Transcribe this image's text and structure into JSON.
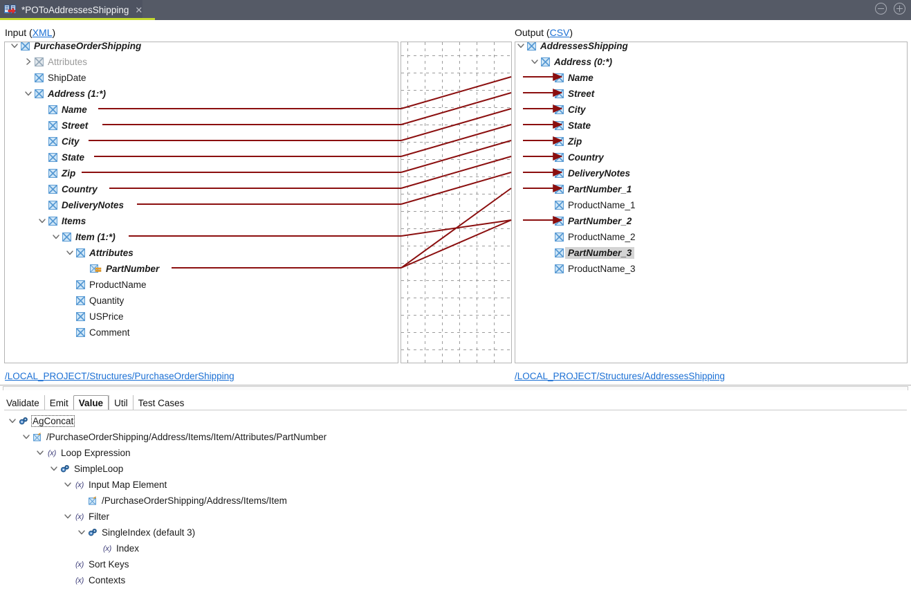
{
  "window": {
    "tab_title": "*POToAddressesShipping",
    "tab_icon": "map-transform-icon",
    "close_icon": "close-icon",
    "minimize_icon": "minimize-icon",
    "maximize_icon": "maximize-icon",
    "accent_color": "#c3d82e",
    "titlebar_color": "#555a66"
  },
  "input": {
    "header_label": "Input (",
    "header_link": "XML",
    "header_close": ")",
    "footer_link": "/LOCAL_PROJECT/Structures/PurchaseOrderShipping",
    "nodes": [
      {
        "label": "PurchaseOrderShipping",
        "indent": 0,
        "twisty": "down",
        "icon": "element-icon",
        "bold": true,
        "dim": false,
        "wire": false
      },
      {
        "label": "Attributes",
        "indent": 1,
        "twisty": "right",
        "icon": "element-icon",
        "bold": false,
        "dim": true,
        "wire": false
      },
      {
        "label": "ShipDate",
        "indent": 1,
        "twisty": "none",
        "icon": "element-icon",
        "bold": false,
        "dim": false,
        "wire": false
      },
      {
        "label": "Address (1:*)",
        "indent": 1,
        "twisty": "down",
        "icon": "element-icon",
        "bold": true,
        "dim": false,
        "wire": false
      },
      {
        "label": "Name",
        "indent": 2,
        "twisty": "none",
        "icon": "element-icon",
        "bold": true,
        "dim": false,
        "wire": true
      },
      {
        "label": "Street",
        "indent": 2,
        "twisty": "none",
        "icon": "element-icon",
        "bold": true,
        "dim": false,
        "wire": true
      },
      {
        "label": "City",
        "indent": 2,
        "twisty": "none",
        "icon": "element-icon",
        "bold": true,
        "dim": false,
        "wire": true
      },
      {
        "label": "State",
        "indent": 2,
        "twisty": "none",
        "icon": "element-icon",
        "bold": true,
        "dim": false,
        "wire": true
      },
      {
        "label": "Zip",
        "indent": 2,
        "twisty": "none",
        "icon": "element-icon",
        "bold": true,
        "dim": false,
        "wire": true
      },
      {
        "label": "Country",
        "indent": 2,
        "twisty": "none",
        "icon": "element-icon",
        "bold": true,
        "dim": false,
        "wire": true
      },
      {
        "label": "DeliveryNotes",
        "indent": 2,
        "twisty": "none",
        "icon": "element-icon",
        "bold": true,
        "dim": false,
        "wire": true
      },
      {
        "label": "Items",
        "indent": 2,
        "twisty": "down",
        "icon": "element-icon",
        "bold": true,
        "dim": false,
        "wire": false
      },
      {
        "label": "Item (1:*)",
        "indent": 3,
        "twisty": "down",
        "icon": "element-icon",
        "bold": true,
        "dim": false,
        "wire": true
      },
      {
        "label": "Attributes",
        "indent": 4,
        "twisty": "down",
        "icon": "element-icon",
        "bold": true,
        "dim": false,
        "wire": false
      },
      {
        "label": "PartNumber",
        "indent": 5,
        "twisty": "none",
        "icon": "attribute-icon",
        "bold": true,
        "dim": false,
        "wire": true
      },
      {
        "label": "ProductName",
        "indent": 4,
        "twisty": "none",
        "icon": "element-icon",
        "bold": false,
        "dim": false,
        "wire": false
      },
      {
        "label": "Quantity",
        "indent": 4,
        "twisty": "none",
        "icon": "element-icon",
        "bold": false,
        "dim": false,
        "wire": false
      },
      {
        "label": "USPrice",
        "indent": 4,
        "twisty": "none",
        "icon": "element-icon",
        "bold": false,
        "dim": false,
        "wire": false
      },
      {
        "label": "Comment",
        "indent": 4,
        "twisty": "none",
        "icon": "element-icon",
        "bold": false,
        "dim": false,
        "wire": false
      }
    ]
  },
  "output": {
    "header_label": "Output (",
    "header_link": "CSV",
    "header_close": ")",
    "footer_link": "/LOCAL_PROJECT/Structures/AddressesShipping",
    "nodes": [
      {
        "label": "AddressesShipping",
        "indent": 0,
        "twisty": "down",
        "icon": "element-icon",
        "bold": true,
        "selected": false,
        "arrow": false
      },
      {
        "label": "Address (0:*)",
        "indent": 1,
        "twisty": "down",
        "icon": "element-icon",
        "bold": true,
        "selected": false,
        "arrow": false
      },
      {
        "label": "Name",
        "indent": 2,
        "twisty": "none",
        "icon": "element-icon",
        "bold": true,
        "selected": false,
        "arrow": true
      },
      {
        "label": "Street",
        "indent": 2,
        "twisty": "none",
        "icon": "element-icon",
        "bold": true,
        "selected": false,
        "arrow": true
      },
      {
        "label": "City",
        "indent": 2,
        "twisty": "none",
        "icon": "element-icon",
        "bold": true,
        "selected": false,
        "arrow": true
      },
      {
        "label": "State",
        "indent": 2,
        "twisty": "none",
        "icon": "element-icon",
        "bold": true,
        "selected": false,
        "arrow": true
      },
      {
        "label": "Zip",
        "indent": 2,
        "twisty": "none",
        "icon": "element-icon",
        "bold": true,
        "selected": false,
        "arrow": true
      },
      {
        "label": "Country",
        "indent": 2,
        "twisty": "none",
        "icon": "element-icon",
        "bold": true,
        "selected": false,
        "arrow": true
      },
      {
        "label": "DeliveryNotes",
        "indent": 2,
        "twisty": "none",
        "icon": "element-icon",
        "bold": true,
        "selected": false,
        "arrow": true
      },
      {
        "label": "PartNumber_1",
        "indent": 2,
        "twisty": "none",
        "icon": "element-icon",
        "bold": true,
        "selected": false,
        "arrow": true
      },
      {
        "label": "ProductName_1",
        "indent": 2,
        "twisty": "none",
        "icon": "element-icon",
        "bold": false,
        "selected": false,
        "arrow": false
      },
      {
        "label": "PartNumber_2",
        "indent": 2,
        "twisty": "none",
        "icon": "element-icon",
        "bold": true,
        "selected": false,
        "arrow": true
      },
      {
        "label": "ProductName_2",
        "indent": 2,
        "twisty": "none",
        "icon": "element-icon",
        "bold": false,
        "selected": false,
        "arrow": false
      },
      {
        "label": "PartNumber_3",
        "indent": 2,
        "twisty": "none",
        "icon": "element-icon",
        "bold": true,
        "selected": true,
        "arrow": false
      },
      {
        "label": "ProductName_3",
        "indent": 2,
        "twisty": "none",
        "icon": "element-icon",
        "bold": false,
        "selected": false,
        "arrow": false
      }
    ]
  },
  "canvas": {
    "wire_color": "#8b0f0f",
    "grid_color": "#9b9b9b",
    "grid_spacing": 25
  },
  "bottom": {
    "tabs": [
      {
        "label": "Validate",
        "active": false
      },
      {
        "label": "Emit",
        "active": false
      },
      {
        "label": "Value",
        "active": true
      },
      {
        "label": "Util",
        "active": false
      },
      {
        "label": "Test Cases",
        "active": false
      }
    ],
    "nodes": [
      {
        "label": "AgConcat",
        "indent": 0,
        "twisty": "down",
        "icon": "gears-icon",
        "focused": true
      },
      {
        "label": "/PurchaseOrderShipping/Address/Items/Item/Attributes/PartNumber",
        "indent": 1,
        "twisty": "down",
        "icon": "path-icon",
        "focused": false
      },
      {
        "label": "Loop Expression",
        "indent": 2,
        "twisty": "down",
        "icon": "fx-icon",
        "focused": false
      },
      {
        "label": "SimpleLoop",
        "indent": 3,
        "twisty": "down",
        "icon": "gears-icon",
        "focused": false
      },
      {
        "label": "Input Map Element",
        "indent": 4,
        "twisty": "down",
        "icon": "fx-icon",
        "focused": false
      },
      {
        "label": "/PurchaseOrderShipping/Address/Items/Item",
        "indent": 5,
        "twisty": "none",
        "icon": "path-icon",
        "focused": false
      },
      {
        "label": "Filter",
        "indent": 4,
        "twisty": "down",
        "icon": "fx-icon",
        "focused": false
      },
      {
        "label": "SingleIndex (default 3)",
        "indent": 5,
        "twisty": "down",
        "icon": "gears-icon",
        "focused": false
      },
      {
        "label": "Index",
        "indent": 6,
        "twisty": "none",
        "icon": "fx-icon",
        "focused": false
      },
      {
        "label": "Sort Keys",
        "indent": 4,
        "twisty": "none",
        "icon": "fx-icon",
        "focused": false
      },
      {
        "label": "Contexts",
        "indent": 4,
        "twisty": "none",
        "icon": "fx-icon",
        "focused": false
      }
    ]
  }
}
